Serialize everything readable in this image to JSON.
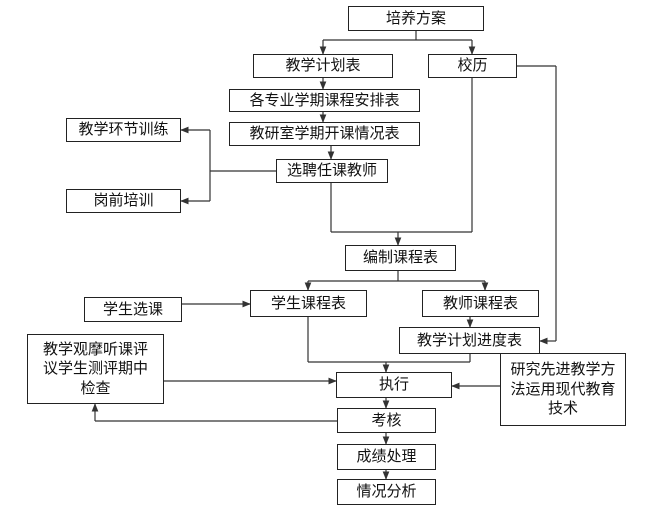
{
  "nodes": {
    "training_plan": "培养方案",
    "teaching_plan": "教学计划表",
    "school_calendar": "校历",
    "major_course_schedule": "各专业学期课程安排表",
    "dept_course_status": "教研室学期开课情况表",
    "teaching_practice": "教学环节训练",
    "pre_job_training": "岗前培训",
    "select_teachers": "选聘任课教师",
    "compile_timetable": "编制课程表",
    "student_elective": "学生选课",
    "student_timetable": "学生课程表",
    "teacher_timetable": "教师课程表",
    "teaching_progress": "教学计划进度表",
    "observation_check": "教学观摩听课评议学生测评期中检查",
    "research_methods": "研究先进教学方法运用现代教育技术",
    "execute": "执行",
    "assessment": "考核",
    "grade_processing": "成绩处理",
    "situation_analysis": "情况分析"
  }
}
